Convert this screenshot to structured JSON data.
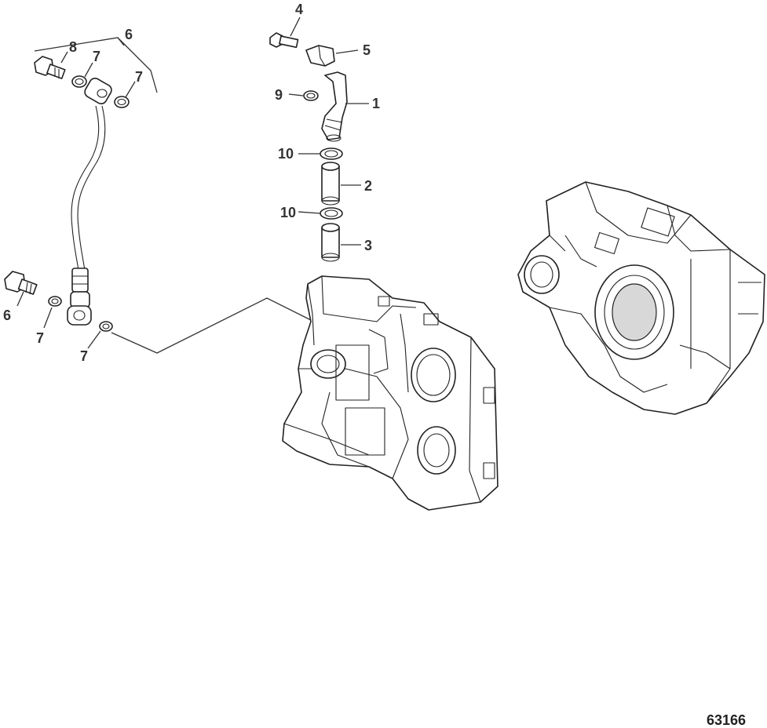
{
  "diagram": {
    "callouts": {
      "c1": "1",
      "c2": "2",
      "c3": "3",
      "c4": "4",
      "c5": "5",
      "c6_top": "6",
      "c6_bottom": "6",
      "c7_a": "7",
      "c7_b": "7",
      "c7_c": "7",
      "c7_d": "7",
      "c8": "8",
      "c9": "9",
      "c10_a": "10",
      "c10_b": "10"
    },
    "figure_number": "63166"
  }
}
